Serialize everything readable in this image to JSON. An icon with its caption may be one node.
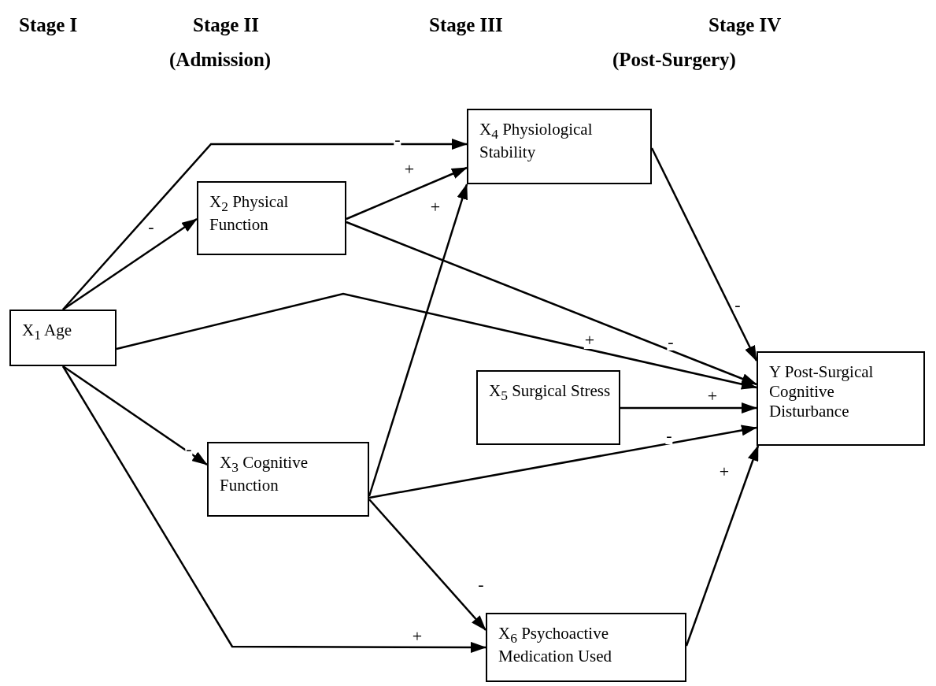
{
  "diagram": {
    "nodes": [
      {
        "text": [
          "X$_{1}$ Age"
        ]
      },
      {
        "text": [
          "X$_{2}$ Physical Function"
        ]
      },
      {
        "text": [
          "X$_{3}$ Cognitive Function"
        ]
      },
      {
        "text": [
          "X$_{4}$ Physiological Stability"
        ]
      },
      {
        "text": [
          "X$_{5}$ Surgical Stress"
        ]
      },
      {
        "text": [
          "X$_{6}$ Psychoactive Medication Used"
        ]
      },
      {
        "text": [
          "Y Post-Surgical Cognitive Disturbance"
        ]
      }
    ],
    "edges": [
      {
        "from": 0,
        "to": 3,
        "arrow": "to",
        "label": "-"
      },
      {
        "from": 0,
        "to": 1,
        "arrow": "to",
        "label": "-"
      },
      {
        "from": 1,
        "to": 3,
        "arrow": "to",
        "label": "+"
      },
      {
        "from": 2,
        "to": 3,
        "arrow": "to",
        "label": "+"
      },
      {
        "from": 1,
        "to": 6,
        "arrow": "to",
        "label": "-"
      },
      {
        "from": 0,
        "to": 6,
        "arrow": "to",
        "label": "+"
      },
      {
        "from": 3,
        "to": 6,
        "arrow": "to",
        "label": "-"
      },
      {
        "from": 4,
        "to": 6,
        "arrow": "to",
        "label": "+"
      },
      {
        "from": 2,
        "to": 6,
        "arrow": "to",
        "label": "-"
      },
      {
        "from": 5,
        "to": 6,
        "arrow": "to",
        "label": "+"
      },
      {
        "from": 0,
        "to": 2,
        "arrow": "to",
        "label": "-"
      },
      {
        "from": 2,
        "to": 5,
        "arrow": "to",
        "label": "-"
      },
      {
        "from": 0,
        "to": 5,
        "arrow": "to",
        "label": "+"
      }
    ],
    "labels": [
      "Stage I",
      "Stage II",
      "Stage III",
      "Stage IV",
      "(Admission)",
      "(Post-Surgery)"
    ]
  }
}
